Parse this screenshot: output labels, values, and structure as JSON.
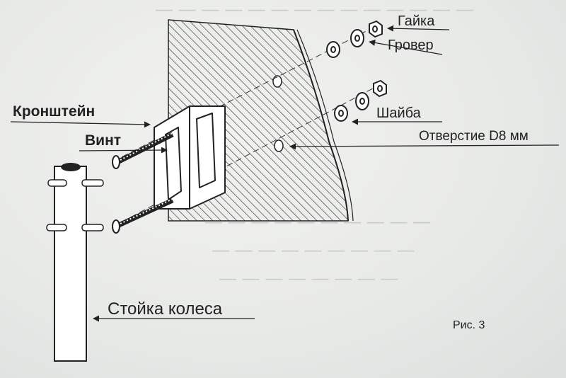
{
  "labels": {
    "nut": "Гайка",
    "lock_washer": "Гровер",
    "bracket": "Кронштейн",
    "washer": "Шайба",
    "screw": "Винт",
    "hole": "Отверстие D8 мм",
    "wheel_post": "Стойка колеса",
    "figure": "Рис. 3"
  },
  "colors": {
    "ink": "#222222",
    "paper": "#e9ebe9"
  }
}
